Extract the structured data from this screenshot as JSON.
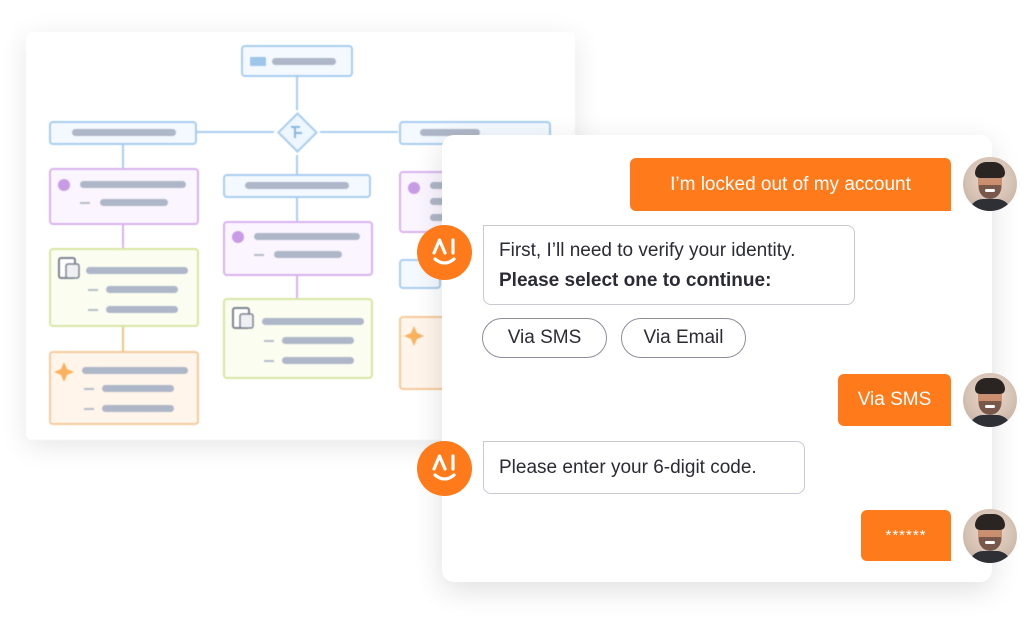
{
  "colors": {
    "accent": "#ff7a1a",
    "bot_bubble_border": "#c8c9d4",
    "option_border": "#8b8d9b",
    "text": "#2b2b35"
  },
  "chat": {
    "messages": [
      {
        "sender": "user",
        "text": "I’m locked out of my account",
        "avatar_icon": "user-avatar"
      },
      {
        "sender": "bot",
        "line1": "First, I’ll need to verify your identity.",
        "line2": "Please select one to continue:",
        "avatar_icon": "ai-bot-icon"
      },
      {
        "sender": "user",
        "text": "Via SMS",
        "avatar_icon": "user-avatar"
      },
      {
        "sender": "bot",
        "text": "Please enter your 6-digit code.",
        "avatar_icon": "ai-bot-icon"
      },
      {
        "sender": "user",
        "text": "******",
        "avatar_icon": "user-avatar"
      }
    ],
    "options": [
      {
        "label": "Via SMS"
      },
      {
        "label": "Via Email"
      }
    ]
  },
  "flow_diagram": {
    "icons": [
      "form-icon",
      "branch-icon",
      "chat-icon",
      "document-icon",
      "sparkle-icon"
    ]
  }
}
